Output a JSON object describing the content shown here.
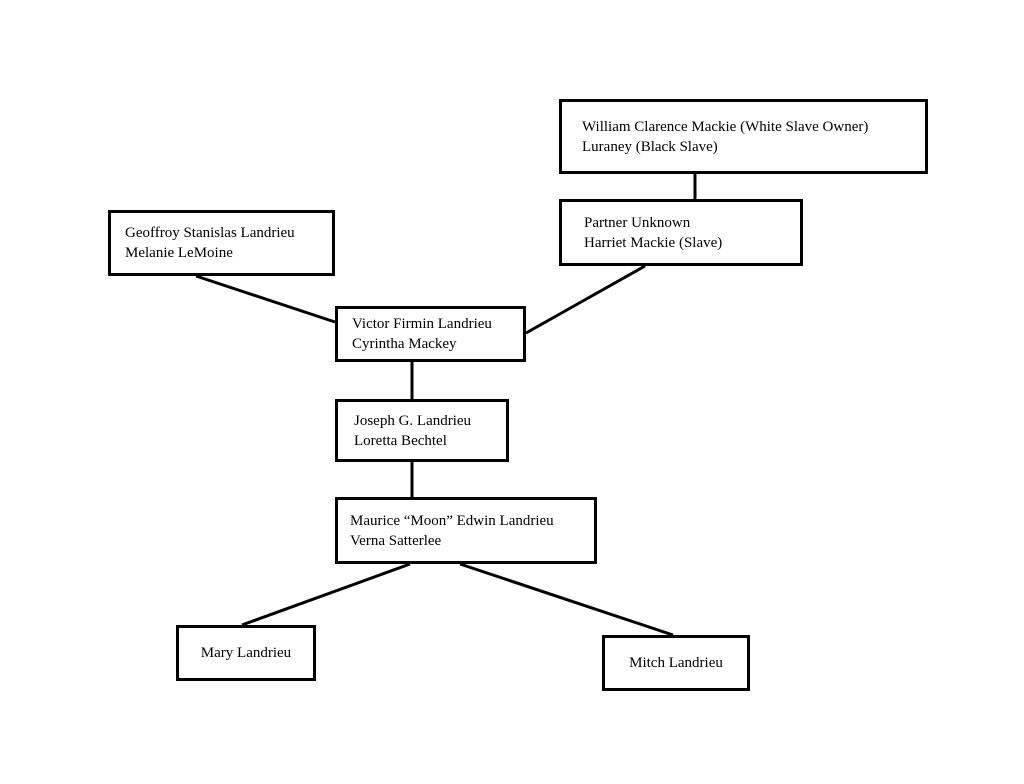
{
  "diagram": {
    "line_color": "#000000",
    "nodes": [
      {
        "id": "mackie-owner",
        "lines": [
          "William Clarence Mackie (White Slave Owner)",
          "Luraney (Black Slave)"
        ]
      },
      {
        "id": "harriet",
        "lines": [
          "Partner Unknown",
          "Harriet Mackie (Slave)"
        ]
      },
      {
        "id": "geoffroy",
        "lines": [
          "Geoffroy Stanislas Landrieu",
          "Melanie LeMoine"
        ]
      },
      {
        "id": "victor",
        "lines": [
          "Victor Firmin Landrieu",
          "Cyrintha Mackey"
        ]
      },
      {
        "id": "joseph",
        "lines": [
          "Joseph G. Landrieu",
          "Loretta Bechtel"
        ]
      },
      {
        "id": "maurice",
        "lines": [
          "Maurice “Moon” Edwin Landrieu",
          "Verna Satterlee"
        ]
      },
      {
        "id": "mary",
        "lines": [
          "Mary Landrieu"
        ]
      },
      {
        "id": "mitch",
        "lines": [
          "Mitch Landrieu"
        ]
      }
    ],
    "edges": [
      {
        "from": "mackie-owner",
        "to": "harriet"
      },
      {
        "from": "geoffroy",
        "to": "victor"
      },
      {
        "from": "harriet",
        "to": "victor"
      },
      {
        "from": "victor",
        "to": "joseph"
      },
      {
        "from": "joseph",
        "to": "maurice"
      },
      {
        "from": "maurice",
        "to": "mary"
      },
      {
        "from": "maurice",
        "to": "mitch"
      }
    ]
  }
}
